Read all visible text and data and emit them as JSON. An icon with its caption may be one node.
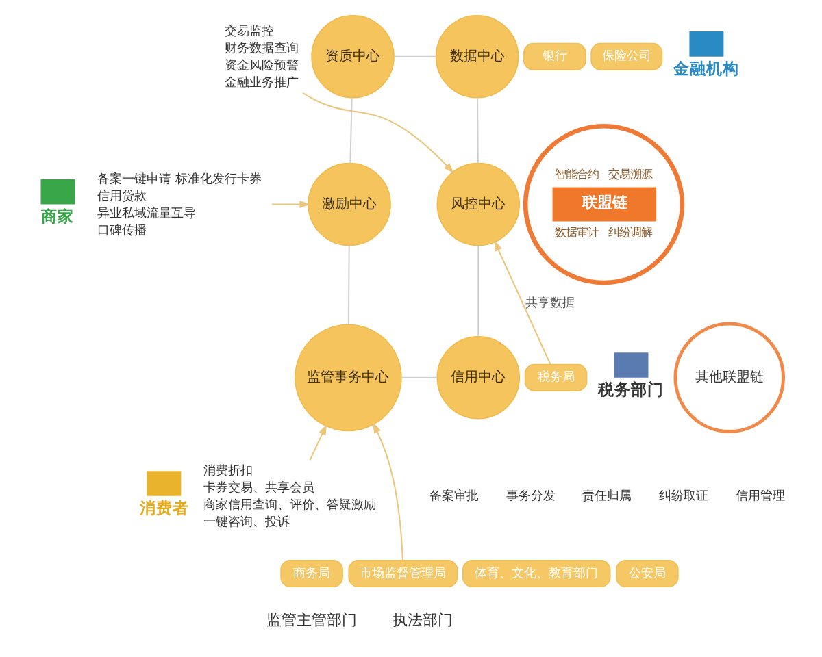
{
  "diagram": {
    "nodes": [
      {
        "text": [
          "商家"
        ]
      },
      {
        "text": [
          "备案一键申请 标准化发行卡券",
          "信用贷款",
          "异业私域流量互导",
          "口碑传播"
        ]
      },
      {
        "text": [
          "消费者"
        ]
      },
      {
        "text": [
          "消费折扣",
          "卡券交易、共享会员",
          "商家信用查询、评价、答疑激励",
          "一键咨询、投诉"
        ]
      },
      {
        "text": [
          "资质中心"
        ]
      },
      {
        "text": [
          "数据中心"
        ]
      },
      {
        "text": [
          "激励中心"
        ]
      },
      {
        "text": [
          "联盟链",
          "智能合约",
          "交易溯源",
          "数据审计",
          "纠纷调解"
        ]
      },
      {
        "text": [
          "风控中心"
        ]
      },
      {
        "text": [
          "监管事务中心"
        ]
      },
      {
        "text": [
          "信用中心"
        ]
      },
      {
        "text": [
          "交易监控",
          "财务数据查询",
          "资金风险预警",
          "金融业务推广"
        ]
      },
      {
        "text": [
          "银行"
        ]
      },
      {
        "text": [
          "保险公司"
        ]
      },
      {
        "text": [
          "金融机构"
        ]
      },
      {
        "text": [
          "税务局"
        ]
      },
      {
        "text": [
          "税务部门"
        ]
      },
      {
        "text": [
          "其他联盟链"
        ]
      },
      {
        "text": [
          "商务局"
        ]
      },
      {
        "text": [
          "市场监督管理局"
        ]
      },
      {
        "text": [
          "体育、文化、教育部门"
        ]
      },
      {
        "text": [
          "公安局"
        ]
      }
    ],
    "edges": [
      {
        "from": 4,
        "to": 5,
        "arrow": "none"
      },
      {
        "from": 8,
        "to": 5,
        "arrow": "none"
      },
      {
        "from": 10,
        "to": 8,
        "arrow": "none"
      },
      {
        "from": 9,
        "to": 10,
        "arrow": "none"
      },
      {
        "from": 9,
        "to": 6,
        "arrow": "none"
      },
      {
        "from": 6,
        "to": 4,
        "arrow": "none"
      },
      {
        "from": 1,
        "to": 6,
        "arrow": "to",
        "color": "#ebc57a"
      },
      {
        "from": 3,
        "to": 9,
        "arrow": "to",
        "color": "#ebc57a"
      },
      {
        "from": 11,
        "to": 8,
        "arrow": "to",
        "color": "#ebc57a"
      },
      {
        "from": 15,
        "to": 8,
        "arrow": "to",
        "label": "共享数据",
        "color": "#ebc57a"
      },
      {
        "from": 19,
        "to": 9,
        "arrow": "to",
        "color": "#ebc57a"
      }
    ],
    "labels": [
      "备案审批",
      "事务分发",
      "责任归属",
      "纠纷取证",
      "信用管理",
      "监管主管部门",
      "执法部门"
    ]
  }
}
